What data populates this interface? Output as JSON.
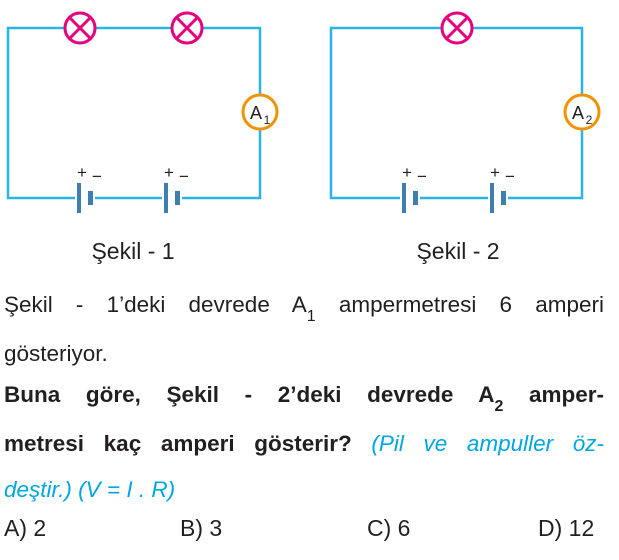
{
  "figure_1": {
    "caption": "Şekil - 1",
    "ammeter_label": "A",
    "ammeter_sub": "1",
    "battery_plus": "+",
    "battery_minus": "−"
  },
  "figure_2": {
    "caption": "Şekil - 2",
    "ammeter_label": "A",
    "ammeter_sub": "2",
    "battery_plus": "+",
    "battery_minus": "−"
  },
  "colors": {
    "wire": "#28b4e6",
    "bulb": "#e6007e",
    "ammeter": "#f39200",
    "hint_text": "#00a5e1"
  },
  "statement": {
    "before": "Şekil - 1’deki devrede A",
    "sub": "1",
    "after": " ampermetresi 6 amperi",
    "line2": "gösteriyor."
  },
  "question": {
    "before": "Buna göre, Şekil - 2’deki devrede A",
    "sub": "2",
    "after": " amper-",
    "line2_bold": "metresi kaç amperi gösterir?",
    "hint_line2": " (Pil ve ampuller öz-",
    "hint_line3": "deştir.) (V = I . R)"
  },
  "options": [
    {
      "label": "A) 2"
    },
    {
      "label": "B) 3"
    },
    {
      "label": "C) 6"
    },
    {
      "label": "D) 12"
    }
  ]
}
